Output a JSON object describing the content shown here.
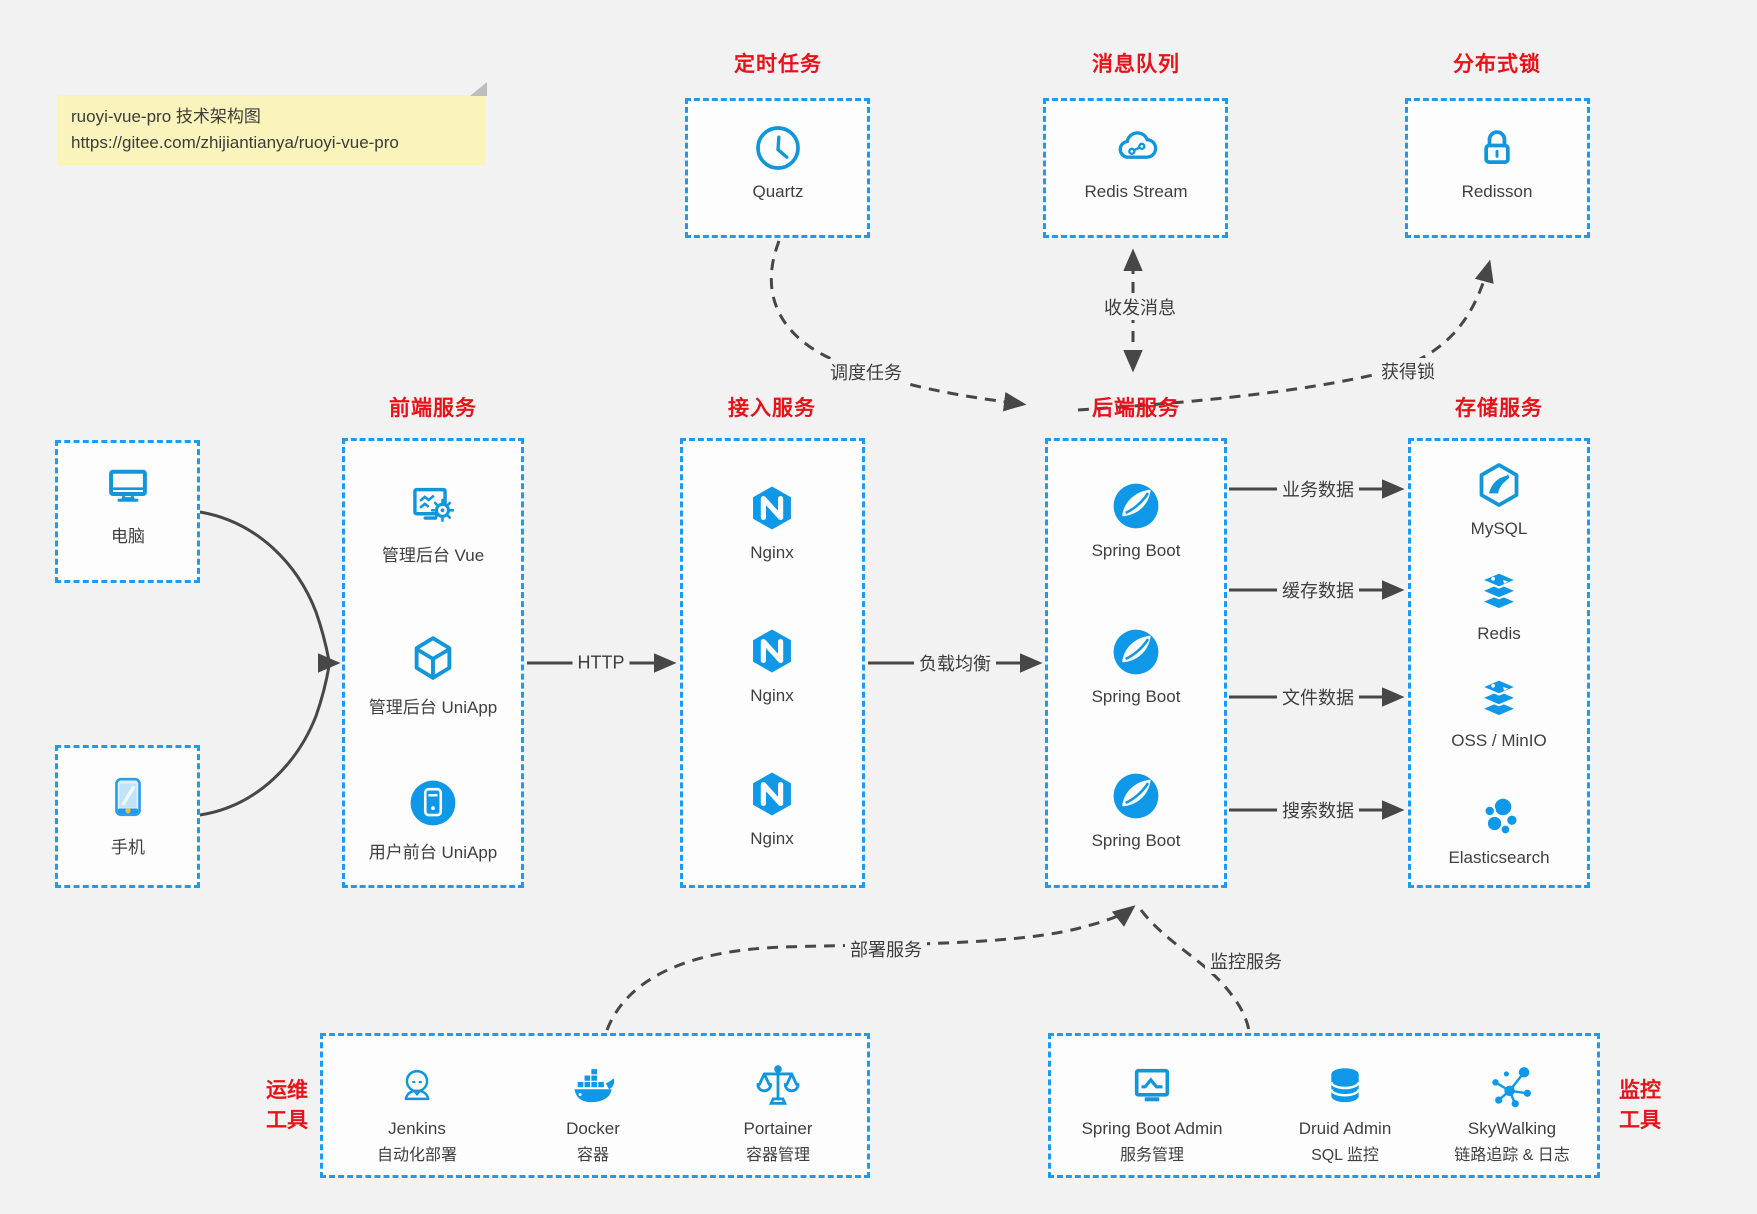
{
  "note": {
    "line1": "ruoyi-vue-pro 技术架构图",
    "line2": "https://gitee.com/zhijiantianya/ruoyi-vue-pro"
  },
  "groups": {
    "scheduled": {
      "title": "定时任务",
      "items": [
        {
          "icon": "clock-icon",
          "label": "Quartz"
        }
      ]
    },
    "mq": {
      "title": "消息队列",
      "items": [
        {
          "icon": "redis-stream-cloud-icon",
          "label": "Redis Stream"
        }
      ]
    },
    "lock": {
      "title": "分布式锁",
      "items": [
        {
          "icon": "padlock-icon",
          "label": "Redisson"
        }
      ]
    },
    "devices": {
      "items": [
        {
          "icon": "desktop-icon",
          "label": "电脑"
        },
        {
          "icon": "smartphone-icon",
          "label": "手机"
        }
      ]
    },
    "frontend": {
      "title": "前端服务",
      "items": [
        {
          "icon": "admin-vue-icon",
          "label": "管理后台 Vue"
        },
        {
          "icon": "cube-icon",
          "label": "管理后台 UniApp"
        },
        {
          "icon": "user-app-icon",
          "label": "用户前台 UniApp"
        }
      ]
    },
    "gateway": {
      "title": "接入服务",
      "items": [
        {
          "icon": "nginx-icon",
          "label": "Nginx"
        },
        {
          "icon": "nginx-icon",
          "label": "Nginx"
        },
        {
          "icon": "nginx-icon",
          "label": "Nginx"
        }
      ]
    },
    "backend": {
      "title": "后端服务",
      "items": [
        {
          "icon": "spring-boot-icon",
          "label": "Spring Boot"
        },
        {
          "icon": "spring-boot-icon",
          "label": "Spring Boot"
        },
        {
          "icon": "spring-boot-icon",
          "label": "Spring Boot"
        }
      ]
    },
    "storage": {
      "title": "存储服务",
      "items": [
        {
          "icon": "mysql-icon",
          "label": "MySQL"
        },
        {
          "icon": "redis-icon",
          "label": "Redis"
        },
        {
          "icon": "oss-icon",
          "label": "OSS / MinIO"
        },
        {
          "icon": "elasticsearch-icon",
          "label": "Elasticsearch"
        }
      ]
    },
    "ops": {
      "title_line1": "运维",
      "title_line2": "工具",
      "items": [
        {
          "icon": "jenkins-icon",
          "label": "Jenkins",
          "sub": "自动化部署"
        },
        {
          "icon": "docker-icon",
          "label": "Docker",
          "sub": "容器"
        },
        {
          "icon": "portainer-icon",
          "label": "Portainer",
          "sub": "容器管理"
        }
      ]
    },
    "monitoring": {
      "title_line1": "监控",
      "title_line2": "工具",
      "items": [
        {
          "icon": "spring-boot-admin-icon",
          "label": "Spring Boot Admin",
          "sub": "服务管理"
        },
        {
          "icon": "druid-icon",
          "label": "Druid Admin",
          "sub": "SQL 监控"
        },
        {
          "icon": "skywalking-icon",
          "label": "SkyWalking",
          "sub": "链路追踪 & 日志"
        }
      ]
    }
  },
  "edges": {
    "http": "HTTP",
    "load_balance": "负载均衡",
    "business_data": "业务数据",
    "cache_data": "缓存数据",
    "file_data": "文件数据",
    "search_data": "搜索数据",
    "schedule_task": "调度任务",
    "send_receive_msg": "收发消息",
    "acquire_lock": "获得锁",
    "deploy_service": "部署服务",
    "monitor_service": "监控服务"
  },
  "colors": {
    "accent_blue": "#1e9bf0",
    "icon_blue": "#1296db",
    "title_red": "#e7131a",
    "wire_gray": "#474747",
    "note_yellow": "#faf3bb",
    "background": "#f2f2f3"
  }
}
